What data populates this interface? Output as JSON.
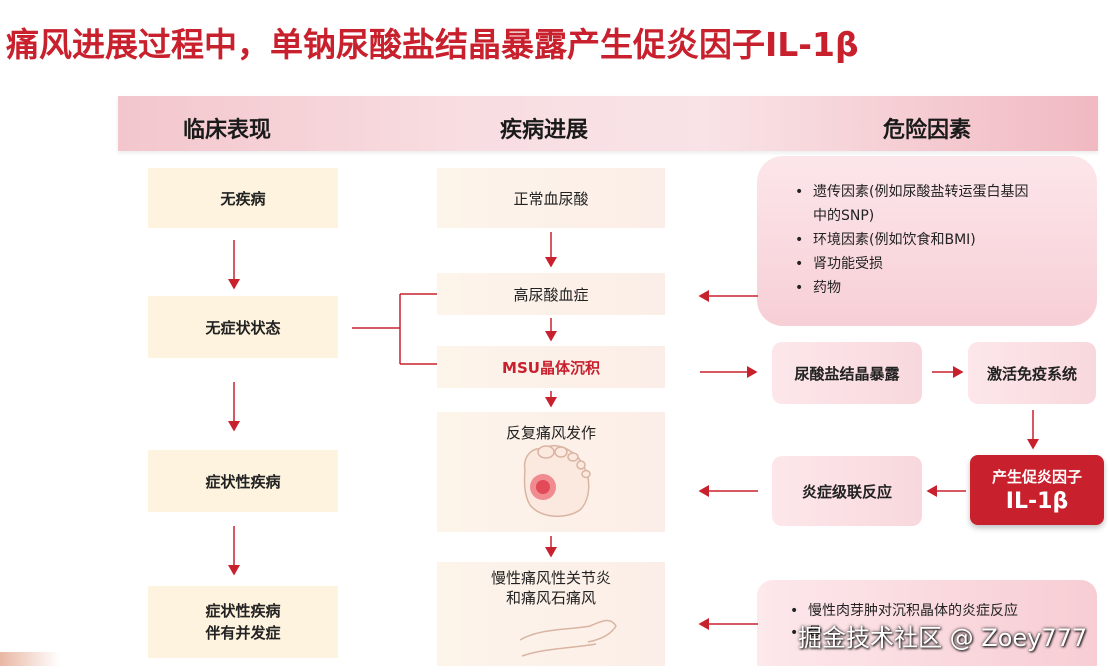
{
  "title": "痛风进展过程中，单钠尿酸盐结晶暴露产生促炎因子IL-1β",
  "columns": {
    "clinical": "临床表现",
    "progression": "疾病进展",
    "risk": "危险因素"
  },
  "clinical": [
    "无疾病",
    "无症状状态",
    "症状性疾病",
    "症状性疾病",
    "伴有并发症"
  ],
  "progression": [
    "正常血尿酸",
    "高尿酸血症",
    "MSU晶体沉积",
    "反复痛风发作",
    "慢性痛风性关节炎",
    "和痛风石痛风"
  ],
  "risk_factors": [
    "遗传因素(例如尿酸盐转运蛋白基因",
    "中的SNP)",
    "环境因素(例如饮食和BMI)",
    "肾功能受损",
    "药物"
  ],
  "mechanism": {
    "exposure": "尿酸盐结晶暴露",
    "immune": "激活免疫系统",
    "cytokine_line1": "产生促炎因子",
    "cytokine_line2": "IL-1β",
    "cascade": "炎症级联反应"
  },
  "bottom_items": [
    "慢性肉芽肿对沉积晶体的炎症反应",
    "骨"
  ],
  "bullet": "•",
  "watermark": "掘金技术社区 @ Zoey777",
  "colors": {
    "accent_red": "#c8202d",
    "left_box": "#fdf3de",
    "risk_panel": "#f7cfd6"
  }
}
